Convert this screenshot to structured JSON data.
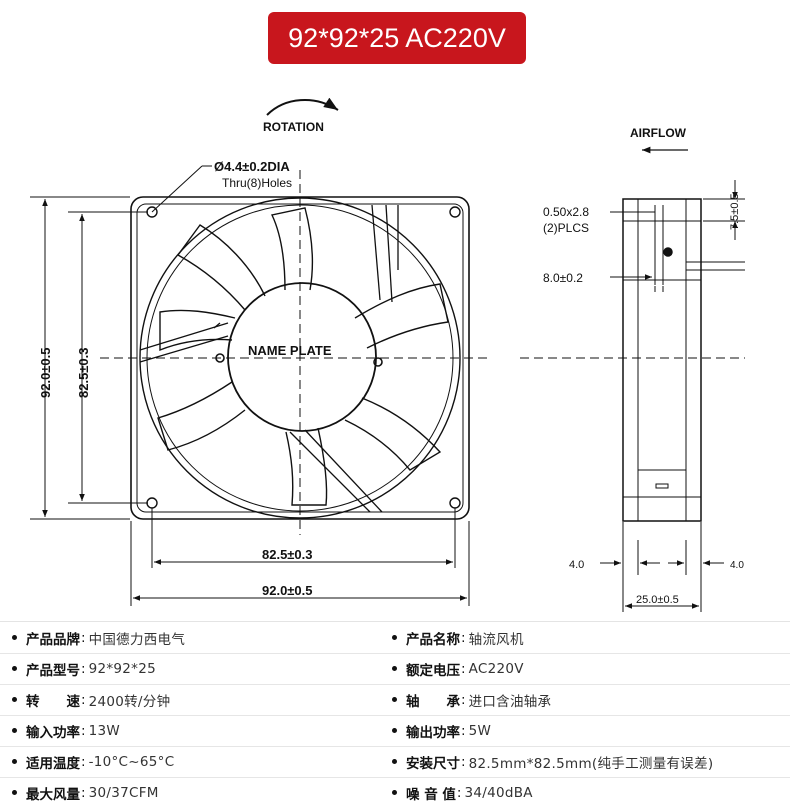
{
  "banner_title": "92*92*25 AC220V",
  "drawing": {
    "rotation_label": "ROTATION",
    "hole_label_1": "Ø4.4±0.2DIA",
    "hole_label_2": "Thru(8)Holes",
    "name_plate": "NAME PLATE",
    "dim_left_outer": "92.0±0.5",
    "dim_left_inner": "82.5±0.3",
    "dim_bottom_inner": "82.5±0.3",
    "dim_bottom_outer": "92.0±0.5",
    "airflow_label": "AIRFLOW",
    "terminal_label_1": "0.50x2.8",
    "terminal_label_2": "(2)PLCS",
    "dim_side_7_5": "7.5±0.5",
    "dim_side_8_0": "8.0±0.2",
    "dim_side_4_0_left": "4.0",
    "dim_side_4_0_right": "4.0",
    "dim_side_25": "25.0±0.5"
  },
  "specs": [
    [
      {
        "label": "产品品牌",
        "value": "中国德力西电气"
      },
      {
        "label": "产品名称",
        "value": "轴流风机"
      }
    ],
    [
      {
        "label": "产品型号",
        "value": "92*92*25"
      },
      {
        "label": "额定电压",
        "value": "AC220V"
      }
    ],
    [
      {
        "label": "转　　速",
        "value": "2400转/分钟"
      },
      {
        "label": "轴　　承",
        "value": "进口含油轴承"
      }
    ],
    [
      {
        "label": "输入功率",
        "value": "13W"
      },
      {
        "label": "输出功率",
        "value": "5W"
      }
    ],
    [
      {
        "label": "适用温度",
        "value": "-10°C~65°C"
      },
      {
        "label": "安装尺寸",
        "value": "82.5mm*82.5mm(纯手工测量有误差)"
      }
    ],
    [
      {
        "label": "最大风量",
        "value": "30/37CFM"
      },
      {
        "label": "噪 音 值",
        "value": "34/40dBA"
      }
    ]
  ]
}
